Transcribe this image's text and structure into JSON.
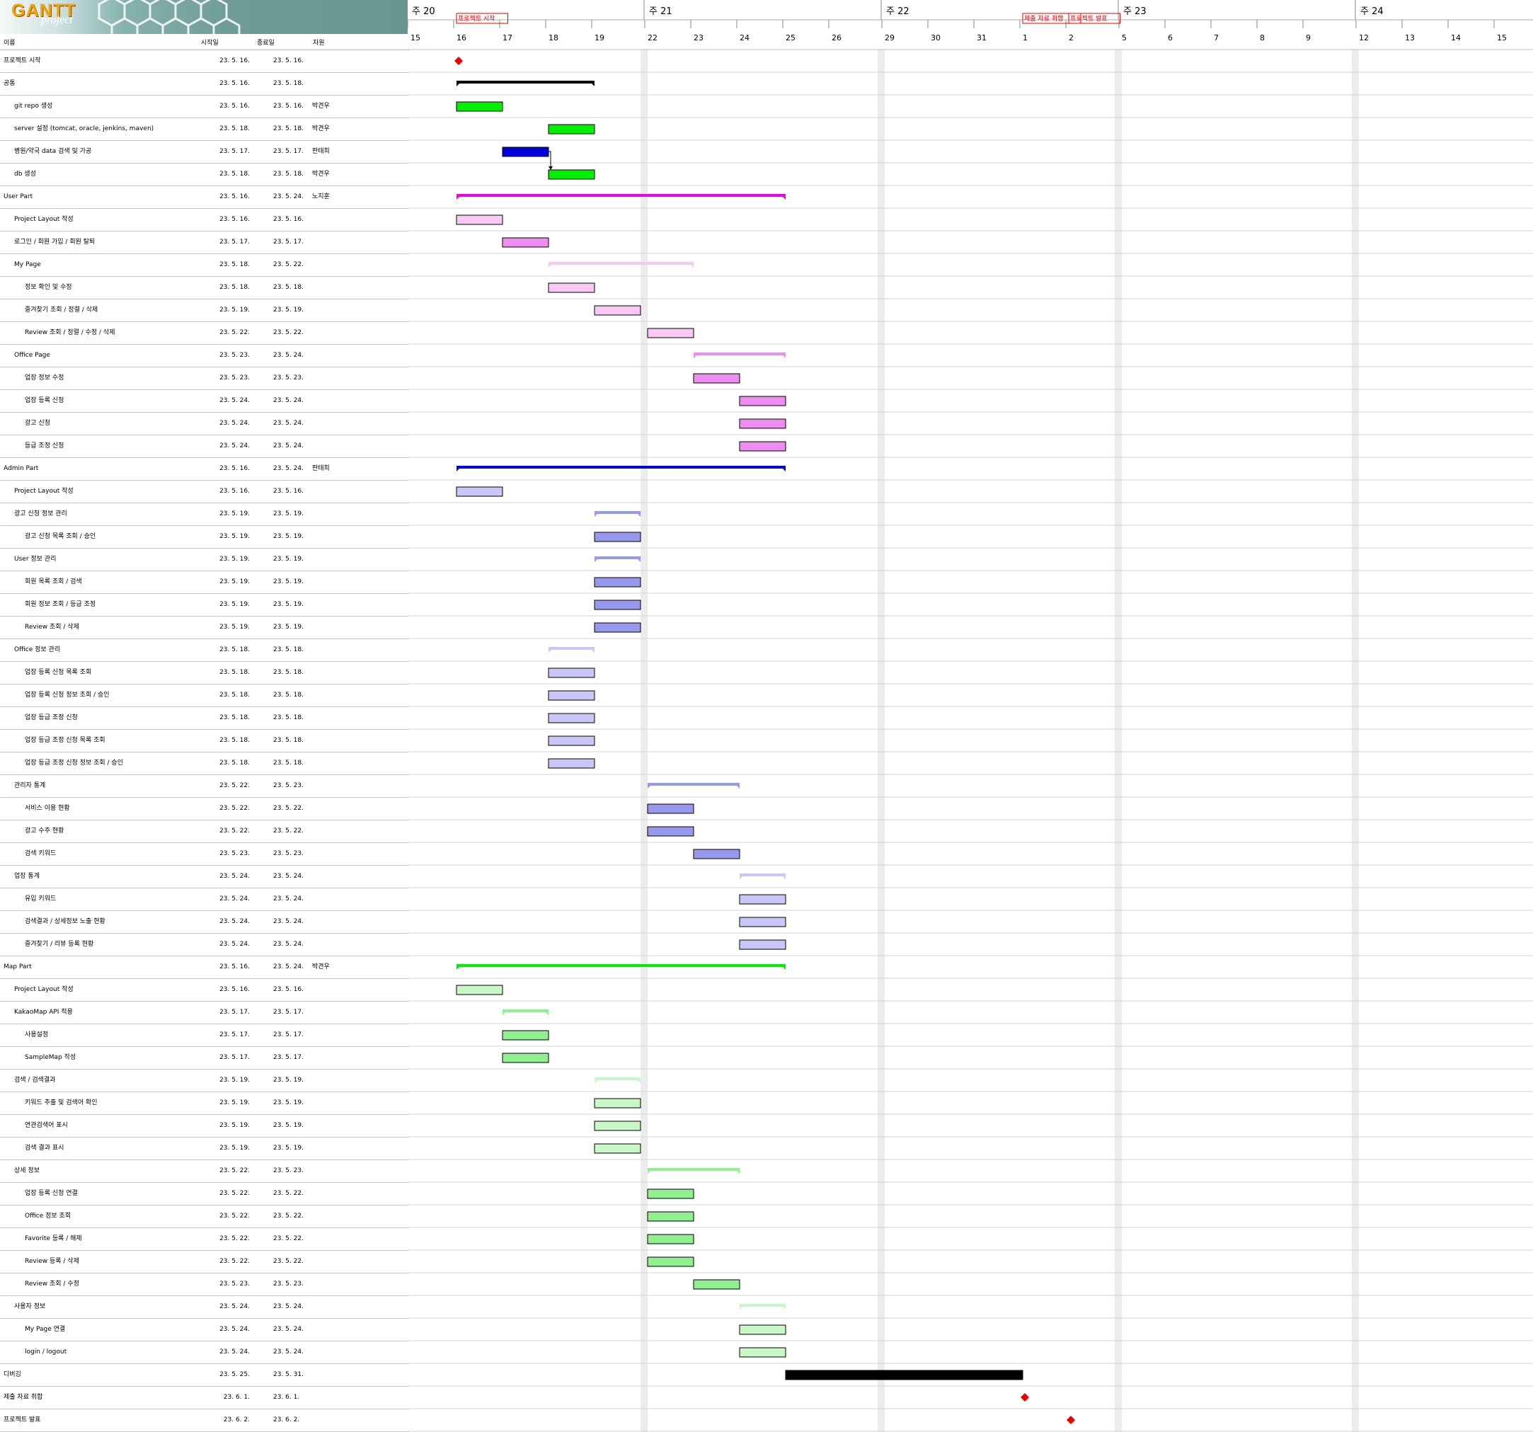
{
  "logo": {
    "word1": "GANTT",
    "word2": "project"
  },
  "table_header": {
    "name": "이름",
    "start": "시작일",
    "end": "종료일",
    "resource": "자원"
  },
  "chart_data": {
    "type": "gantt",
    "timeline": {
      "weeks": [
        {
          "label": "주 20",
          "date": "2023-05-15"
        },
        {
          "label": "주 21",
          "date": "2023-05-22"
        },
        {
          "label": "주 22",
          "date": "2023-05-29"
        },
        {
          "label": "주 23",
          "date": "2023-06-05"
        },
        {
          "label": "주 24",
          "date": "2023-06-12"
        }
      ],
      "days": [
        "15",
        "16",
        "17",
        "18",
        "19",
        "22",
        "23",
        "24",
        "25",
        "26",
        "29",
        "30",
        "31",
        "1",
        "2",
        "5",
        "6",
        "7",
        "8",
        "9",
        "12",
        "13",
        "14",
        "15"
      ],
      "first_day": "2023-05-15",
      "last_day": "2023-06-15",
      "milestone_flags": [
        {
          "label": "프로젝트 시작",
          "date": "2023-05-16"
        },
        {
          "label": "제출 자료 취합",
          "date": "2023-06-01"
        },
        {
          "label": "프로젝트 발표",
          "date": "2023-06-02"
        }
      ]
    },
    "colors": {
      "black": "#000000",
      "green": "#00f000",
      "blue": "#0000e0",
      "magenta": "#ee00ee",
      "pink_light": "#f8c8f4",
      "pink": "#f08cf0",
      "periwinkle": "#9898ee",
      "lavender": "#c8c8f8",
      "lime": "#00ee00",
      "mint": "#90f090",
      "mint_light": "#c8f8c8",
      "milestone": "#ee0000",
      "weekend": "#ececec"
    },
    "tasks": [
      {
        "name": "프로젝트 시작",
        "indent": 0,
        "start": "23. 5. 16.",
        "end": "23. 5. 16.",
        "resource": "",
        "kind": "milestone",
        "date": "2023-05-16",
        "color": "#ee0000"
      },
      {
        "name": "공통",
        "indent": 0,
        "start": "23. 5. 16.",
        "end": "23. 5. 18.",
        "resource": "",
        "kind": "summary",
        "from": "2023-05-16",
        "to": "2023-05-18",
        "color": "#000000"
      },
      {
        "name": "git repo 생성",
        "indent": 1,
        "start": "23. 5. 16.",
        "end": "23. 5. 16.",
        "resource": "박견우",
        "kind": "task",
        "from": "2023-05-16",
        "to": "2023-05-16",
        "color": "#00f000"
      },
      {
        "name": "server 설정 (tomcat, oracle, jenkins, maven)",
        "indent": 1,
        "start": "23. 5. 18.",
        "end": "23. 5. 18.",
        "resource": "박견우",
        "kind": "task",
        "from": "2023-05-18",
        "to": "2023-05-18",
        "color": "#00f000"
      },
      {
        "name": "병원/약국 data 검색 및 가공",
        "indent": 1,
        "start": "23. 5. 17.",
        "end": "23. 5. 17.",
        "resource": "판태희",
        "kind": "task",
        "from": "2023-05-17",
        "to": "2023-05-17",
        "color": "#0000e0"
      },
      {
        "name": "db 생성",
        "indent": 1,
        "start": "23. 5. 18.",
        "end": "23. 5. 18.",
        "resource": "박견우",
        "kind": "task",
        "from": "2023-05-18",
        "to": "2023-05-18",
        "color": "#00f000"
      },
      {
        "name": "User Part",
        "indent": 0,
        "start": "23. 5. 16.",
        "end": "23. 5. 24.",
        "resource": "노지훈",
        "kind": "summary",
        "from": "2023-05-16",
        "to": "2023-05-24",
        "color": "#ee00ee"
      },
      {
        "name": "Project Layout 작성",
        "indent": 1,
        "start": "23. 5. 16.",
        "end": "23. 5. 16.",
        "resource": "",
        "kind": "task",
        "from": "2023-05-16",
        "to": "2023-05-16",
        "color": "#f8c8f4"
      },
      {
        "name": "로그인 / 회원 가입 / 회원 탈퇴",
        "indent": 1,
        "start": "23. 5. 17.",
        "end": "23. 5. 17.",
        "resource": "",
        "kind": "task",
        "from": "2023-05-17",
        "to": "2023-05-17",
        "color": "#f08cf0"
      },
      {
        "name": "My Page",
        "indent": 1,
        "start": "23. 5. 18.",
        "end": "23. 5. 22.",
        "resource": "",
        "kind": "summary",
        "from": "2023-05-18",
        "to": "2023-05-22",
        "color": "#f8c8f4"
      },
      {
        "name": "정보 확인 및 수정",
        "indent": 2,
        "start": "23. 5. 18.",
        "end": "23. 5. 18.",
        "resource": "",
        "kind": "task",
        "from": "2023-05-18",
        "to": "2023-05-18",
        "color": "#f8c8f4"
      },
      {
        "name": "즐겨찾기 조회 / 정렬 / 삭제",
        "indent": 2,
        "start": "23. 5. 19.",
        "end": "23. 5. 19.",
        "resource": "",
        "kind": "task",
        "from": "2023-05-19",
        "to": "2023-05-19",
        "color": "#f8c8f4"
      },
      {
        "name": "Review 조회 / 정렬 / 수정 / 삭제",
        "indent": 2,
        "start": "23. 5. 22.",
        "end": "23. 5. 22.",
        "resource": "",
        "kind": "task",
        "from": "2023-05-22",
        "to": "2023-05-22",
        "color": "#f8c8f4"
      },
      {
        "name": "Office Page",
        "indent": 1,
        "start": "23. 5. 23.",
        "end": "23. 5. 24.",
        "resource": "",
        "kind": "summary",
        "from": "2023-05-23",
        "to": "2023-05-24",
        "color": "#f08cf0"
      },
      {
        "name": "업장 정보 수정",
        "indent": 2,
        "start": "23. 5. 23.",
        "end": "23. 5. 23.",
        "resource": "",
        "kind": "task",
        "from": "2023-05-23",
        "to": "2023-05-23",
        "color": "#f08cf0"
      },
      {
        "name": "업장 등록 신청",
        "indent": 2,
        "start": "23. 5. 24.",
        "end": "23. 5. 24.",
        "resource": "",
        "kind": "task",
        "from": "2023-05-24",
        "to": "2023-05-24",
        "color": "#f08cf0"
      },
      {
        "name": "광고 신청",
        "indent": 2,
        "start": "23. 5. 24.",
        "end": "23. 5. 24.",
        "resource": "",
        "kind": "task",
        "from": "2023-05-24",
        "to": "2023-05-24",
        "color": "#f08cf0"
      },
      {
        "name": "등급 조정 신청",
        "indent": 2,
        "start": "23. 5. 24.",
        "end": "23. 5. 24.",
        "resource": "",
        "kind": "task",
        "from": "2023-05-24",
        "to": "2023-05-24",
        "color": "#f08cf0"
      },
      {
        "name": "Admin Part",
        "indent": 0,
        "start": "23. 5. 16.",
        "end": "23. 5. 24.",
        "resource": "판태희",
        "kind": "summary",
        "from": "2023-05-16",
        "to": "2023-05-24",
        "color": "#0000e0"
      },
      {
        "name": "Project Layout 작성",
        "indent": 1,
        "start": "23. 5. 16.",
        "end": "23. 5. 16.",
        "resource": "",
        "kind": "task",
        "from": "2023-05-16",
        "to": "2023-05-16",
        "color": "#c8c8f8"
      },
      {
        "name": "광고 신청 정보 관리",
        "indent": 1,
        "start": "23. 5. 19.",
        "end": "23. 5. 19.",
        "resource": "",
        "kind": "summary",
        "from": "2023-05-19",
        "to": "2023-05-19",
        "color": "#9898ee"
      },
      {
        "name": "광고 신청 목록 조회 / 승인",
        "indent": 2,
        "start": "23. 5. 19.",
        "end": "23. 5. 19.",
        "resource": "",
        "kind": "task",
        "from": "2023-05-19",
        "to": "2023-05-19",
        "color": "#9898ee"
      },
      {
        "name": "User 정보 관리",
        "indent": 1,
        "start": "23. 5. 19.",
        "end": "23. 5. 19.",
        "resource": "",
        "kind": "summary",
        "from": "2023-05-19",
        "to": "2023-05-19",
        "color": "#9898ee"
      },
      {
        "name": "회원 목록 조회 / 검색",
        "indent": 2,
        "start": "23. 5. 19.",
        "end": "23. 5. 19.",
        "resource": "",
        "kind": "task",
        "from": "2023-05-19",
        "to": "2023-05-19",
        "color": "#9898ee"
      },
      {
        "name": "회원 정보 조회 / 등급 조정",
        "indent": 2,
        "start": "23. 5. 19.",
        "end": "23. 5. 19.",
        "resource": "",
        "kind": "task",
        "from": "2023-05-19",
        "to": "2023-05-19",
        "color": "#9898ee"
      },
      {
        "name": "Review 조회 / 삭제",
        "indent": 2,
        "start": "23. 5. 19.",
        "end": "23. 5. 19.",
        "resource": "",
        "kind": "task",
        "from": "2023-05-19",
        "to": "2023-05-19",
        "color": "#9898ee"
      },
      {
        "name": "Office 정보 관리",
        "indent": 1,
        "start": "23. 5. 18.",
        "end": "23. 5. 18.",
        "resource": "",
        "kind": "summary",
        "from": "2023-05-18",
        "to": "2023-05-18",
        "color": "#c8c8f8"
      },
      {
        "name": "업장 등록 신청 목록 조회",
        "indent": 2,
        "start": "23. 5. 18.",
        "end": "23. 5. 18.",
        "resource": "",
        "kind": "task",
        "from": "2023-05-18",
        "to": "2023-05-18",
        "color": "#c8c8f8"
      },
      {
        "name": "업장 등록 신청 정보 조회 / 승인",
        "indent": 2,
        "start": "23. 5. 18.",
        "end": "23. 5. 18.",
        "resource": "",
        "kind": "task",
        "from": "2023-05-18",
        "to": "2023-05-18",
        "color": "#c8c8f8"
      },
      {
        "name": "업장 등급 조정 신청",
        "indent": 2,
        "start": "23. 5. 18.",
        "end": "23. 5. 18.",
        "resource": "",
        "kind": "task",
        "from": "2023-05-18",
        "to": "2023-05-18",
        "color": "#c8c8f8"
      },
      {
        "name": "업장 등급 조정 신청 목록 조회",
        "indent": 2,
        "start": "23. 5. 18.",
        "end": "23. 5. 18.",
        "resource": "",
        "kind": "task",
        "from": "2023-05-18",
        "to": "2023-05-18",
        "color": "#c8c8f8"
      },
      {
        "name": "업장 등급 조정 신청 정보 조회 / 승인",
        "indent": 2,
        "start": "23. 5. 18.",
        "end": "23. 5. 18.",
        "resource": "",
        "kind": "task",
        "from": "2023-05-18",
        "to": "2023-05-18",
        "color": "#c8c8f8"
      },
      {
        "name": "관리자 통계",
        "indent": 1,
        "start": "23. 5. 22.",
        "end": "23. 5. 23.",
        "resource": "",
        "kind": "summary",
        "from": "2023-05-22",
        "to": "2023-05-23",
        "color": "#9898ee"
      },
      {
        "name": "서비스 이용 현황",
        "indent": 2,
        "start": "23. 5. 22.",
        "end": "23. 5. 22.",
        "resource": "",
        "kind": "task",
        "from": "2023-05-22",
        "to": "2023-05-22",
        "color": "#9898ee"
      },
      {
        "name": "광고 수주 현황",
        "indent": 2,
        "start": "23. 5. 22.",
        "end": "23. 5. 22.",
        "resource": "",
        "kind": "task",
        "from": "2023-05-22",
        "to": "2023-05-22",
        "color": "#9898ee"
      },
      {
        "name": "검색 키워드",
        "indent": 2,
        "start": "23. 5. 23.",
        "end": "23. 5. 23.",
        "resource": "",
        "kind": "task",
        "from": "2023-05-23",
        "to": "2023-05-23",
        "color": "#9898ee"
      },
      {
        "name": "업장 통계",
        "indent": 1,
        "start": "23. 5. 24.",
        "end": "23. 5. 24.",
        "resource": "",
        "kind": "summary",
        "from": "2023-05-24",
        "to": "2023-05-24",
        "color": "#c8c8f8"
      },
      {
        "name": "유입 키워드",
        "indent": 2,
        "start": "23. 5. 24.",
        "end": "23. 5. 24.",
        "resource": "",
        "kind": "task",
        "from": "2023-05-24",
        "to": "2023-05-24",
        "color": "#c8c8f8"
      },
      {
        "name": "검색결과 / 상세정보 노출 현황",
        "indent": 2,
        "start": "23. 5. 24.",
        "end": "23. 5. 24.",
        "resource": "",
        "kind": "task",
        "from": "2023-05-24",
        "to": "2023-05-24",
        "color": "#c8c8f8"
      },
      {
        "name": "즐겨찾기 / 리뷰 등록 현황",
        "indent": 2,
        "start": "23. 5. 24.",
        "end": "23. 5. 24.",
        "resource": "",
        "kind": "task",
        "from": "2023-05-24",
        "to": "2023-05-24",
        "color": "#c8c8f8"
      },
      {
        "name": "Map Part",
        "indent": 0,
        "start": "23. 5. 16.",
        "end": "23. 5. 24.",
        "resource": "박견우",
        "kind": "summary",
        "from": "2023-05-16",
        "to": "2023-05-24",
        "color": "#00ee00"
      },
      {
        "name": "Project Layout 작성",
        "indent": 1,
        "start": "23. 5. 16.",
        "end": "23. 5. 16.",
        "resource": "",
        "kind": "task",
        "from": "2023-05-16",
        "to": "2023-05-16",
        "color": "#c8f8c8"
      },
      {
        "name": "KakaoMap API 적용",
        "indent": 1,
        "start": "23. 5. 17.",
        "end": "23. 5. 17.",
        "resource": "",
        "kind": "summary",
        "from": "2023-05-17",
        "to": "2023-05-17",
        "color": "#90f090"
      },
      {
        "name": "사용설정",
        "indent": 2,
        "start": "23. 5. 17.",
        "end": "23. 5. 17.",
        "resource": "",
        "kind": "task",
        "from": "2023-05-17",
        "to": "2023-05-17",
        "color": "#90f090"
      },
      {
        "name": "SampleMap 작성",
        "indent": 2,
        "start": "23. 5. 17.",
        "end": "23. 5. 17.",
        "resource": "",
        "kind": "task",
        "from": "2023-05-17",
        "to": "2023-05-17",
        "color": "#90f090"
      },
      {
        "name": "검색 / 검색결과",
        "indent": 1,
        "start": "23. 5. 19.",
        "end": "23. 5. 19.",
        "resource": "",
        "kind": "summary",
        "from": "2023-05-19",
        "to": "2023-05-19",
        "color": "#c8f8c8"
      },
      {
        "name": "키워드 추출 및 검색어 확인",
        "indent": 2,
        "start": "23. 5. 19.",
        "end": "23. 5. 19.",
        "resource": "",
        "kind": "task",
        "from": "2023-05-19",
        "to": "2023-05-19",
        "color": "#c8f8c8"
      },
      {
        "name": "연관검색어 표시",
        "indent": 2,
        "start": "23. 5. 19.",
        "end": "23. 5. 19.",
        "resource": "",
        "kind": "task",
        "from": "2023-05-19",
        "to": "2023-05-19",
        "color": "#c8f8c8"
      },
      {
        "name": "검색 결과 표시",
        "indent": 2,
        "start": "23. 5. 19.",
        "end": "23. 5. 19.",
        "resource": "",
        "kind": "task",
        "from": "2023-05-19",
        "to": "2023-05-19",
        "color": "#c8f8c8"
      },
      {
        "name": "상세 정보",
        "indent": 1,
        "start": "23. 5. 22.",
        "end": "23. 5. 23.",
        "resource": "",
        "kind": "summary",
        "from": "2023-05-22",
        "to": "2023-05-23",
        "color": "#90f090"
      },
      {
        "name": "업장 등록 신청 연결",
        "indent": 2,
        "start": "23. 5. 22.",
        "end": "23. 5. 22.",
        "resource": "",
        "kind": "task",
        "from": "2023-05-22",
        "to": "2023-05-22",
        "color": "#90f090"
      },
      {
        "name": "Office 정보 조회",
        "indent": 2,
        "start": "23. 5. 22.",
        "end": "23. 5. 22.",
        "resource": "",
        "kind": "task",
        "from": "2023-05-22",
        "to": "2023-05-22",
        "color": "#90f090"
      },
      {
        "name": "Favorite 등록 / 해제",
        "indent": 2,
        "start": "23. 5. 22.",
        "end": "23. 5. 22.",
        "resource": "",
        "kind": "task",
        "from": "2023-05-22",
        "to": "2023-05-22",
        "color": "#90f090"
      },
      {
        "name": "Review 등록 / 삭제",
        "indent": 2,
        "start": "23. 5. 22.",
        "end": "23. 5. 22.",
        "resource": "",
        "kind": "task",
        "from": "2023-05-22",
        "to": "2023-05-22",
        "color": "#90f090"
      },
      {
        "name": "Review 조회 / 수정",
        "indent": 2,
        "start": "23. 5. 23.",
        "end": "23. 5. 23.",
        "resource": "",
        "kind": "task",
        "from": "2023-05-23",
        "to": "2023-05-23",
        "color": "#90f090"
      },
      {
        "name": "사용자 정보",
        "indent": 1,
        "start": "23. 5. 24.",
        "end": "23. 5. 24.",
        "resource": "",
        "kind": "summary",
        "from": "2023-05-24",
        "to": "2023-05-24",
        "color": "#c8f8c8"
      },
      {
        "name": "My Page 연결",
        "indent": 2,
        "start": "23. 5. 24.",
        "end": "23. 5. 24.",
        "resource": "",
        "kind": "task",
        "from": "2023-05-24",
        "to": "2023-05-24",
        "color": "#c8f8c8"
      },
      {
        "name": "login / logout",
        "indent": 2,
        "start": "23. 5. 24.",
        "end": "23. 5. 24.",
        "resource": "",
        "kind": "task",
        "from": "2023-05-24",
        "to": "2023-05-24",
        "color": "#c8f8c8"
      },
      {
        "name": "디버깅",
        "indent": 0,
        "start": "23. 5. 25.",
        "end": "23. 5. 31.",
        "resource": "",
        "kind": "task",
        "from": "2023-05-25",
        "to": "2023-05-31",
        "color": "#000000"
      },
      {
        "name": "제출 자료 취합",
        "indent": 0,
        "start": "23. 6. 1.",
        "end": "23. 6. 1.",
        "resource": "",
        "kind": "milestone",
        "date": "2023-06-01",
        "color": "#ee0000"
      },
      {
        "name": "프로젝트 발표",
        "indent": 0,
        "start": "23. 6. 2.",
        "end": "23. 6. 2.",
        "resource": "",
        "kind": "milestone",
        "date": "2023-06-02",
        "color": "#ee0000"
      }
    ],
    "dependencies": [
      {
        "from_task": 4,
        "to_task": 5
      }
    ]
  }
}
